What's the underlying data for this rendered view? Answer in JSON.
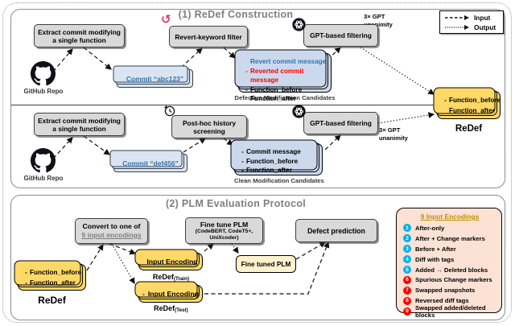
{
  "io_legend": {
    "input": "Input",
    "output": "Output"
  },
  "colors": {
    "box_gray": "#d9d9d9",
    "card_blue": "#ccd9ed",
    "card_yellow": "#ffd966",
    "plm_yellow": "#fff2cc",
    "legend_peach": "#fbe2d5",
    "badge_blue": "#00b0f0",
    "badge_red": "#ff0000",
    "revert_pink": "#e8336d",
    "commit_text_blue": "#2e75b6"
  },
  "panel1": {
    "title": "(1) ReDef Construction",
    "extract_box": "Extract commit modifying\na single function",
    "github_label": "GitHub Repo",
    "gpt_box": "GPT-based filtering",
    "unanimity": "3× GPT\nunanimity",
    "row1": {
      "commit_card": "Commit “abc123”",
      "filter_box": "Revert-keyword filter",
      "card_lines": [
        {
          "bullet": "",
          "text": "Revert commit message"
        },
        {
          "bullet": "-",
          "text": "Reverted commit message"
        },
        {
          "bullet": "-",
          "text": "Function_before"
        },
        {
          "bullet": "",
          "text": "Function_after"
        }
      ],
      "card_label": "Defective Modification Candidates"
    },
    "row2": {
      "commit_card": "Commit “def456”",
      "filter_box": "Post-hoc history\nscreening",
      "card_lines": [
        {
          "bullet": "-",
          "text": "Commit message"
        },
        {
          "bullet": "-",
          "text": "Function_before"
        },
        {
          "bullet": "-",
          "text": "Function_after"
        }
      ],
      "card_label": "Clean Modification Candidates"
    },
    "redef_card": {
      "lines": [
        {
          "bullet": "-",
          "text": "Function_before"
        },
        {
          "bullet": "",
          "text": "Function_after"
        }
      ],
      "label": "ReDef"
    }
  },
  "panel2": {
    "title": "(2) PLM Evaluation Protocol",
    "redef_card": {
      "lines": [
        {
          "bullet": "-",
          "text": "Function_before"
        },
        {
          "bullet": "-",
          "text": "Function_after"
        }
      ],
      "label": "ReDef"
    },
    "convert_box": {
      "line1": "Convert to one of",
      "line2": "9 input encodings"
    },
    "train_card": {
      "bullet": "",
      "text": "Input Encoding",
      "label_base": "ReDef",
      "label_sub": "(Train)"
    },
    "test_card": {
      "bullet": "-",
      "text": "Input Encoding",
      "label_base": "ReDef",
      "label_sub": "(Test)"
    },
    "finetune_box": {
      "line1": "Fine tune PLM",
      "line2": "(CodeBERT, CodeT5+,",
      "line3": "UniXcoder)"
    },
    "finetuned_box": "Fine tuned PLM",
    "defect_box": "Defect prediction",
    "encodings_legend": {
      "title": "9 Input Encodings",
      "items": [
        {
          "num": "1",
          "text": "After-only"
        },
        {
          "num": "2",
          "text": "After + Change markers"
        },
        {
          "num": "3",
          "text": "Before + After"
        },
        {
          "num": "4",
          "text": "Diff with tags"
        },
        {
          "num": "5",
          "text": "Added → Deleted blocks"
        },
        {
          "num": "6",
          "text": "Spurious Change markers"
        },
        {
          "num": "7",
          "text": "Swapped snapshots"
        },
        {
          "num": "8",
          "text": "Reversed diff tags"
        },
        {
          "num": "9",
          "text": "Swapped added/deleted blocks"
        }
      ]
    }
  }
}
